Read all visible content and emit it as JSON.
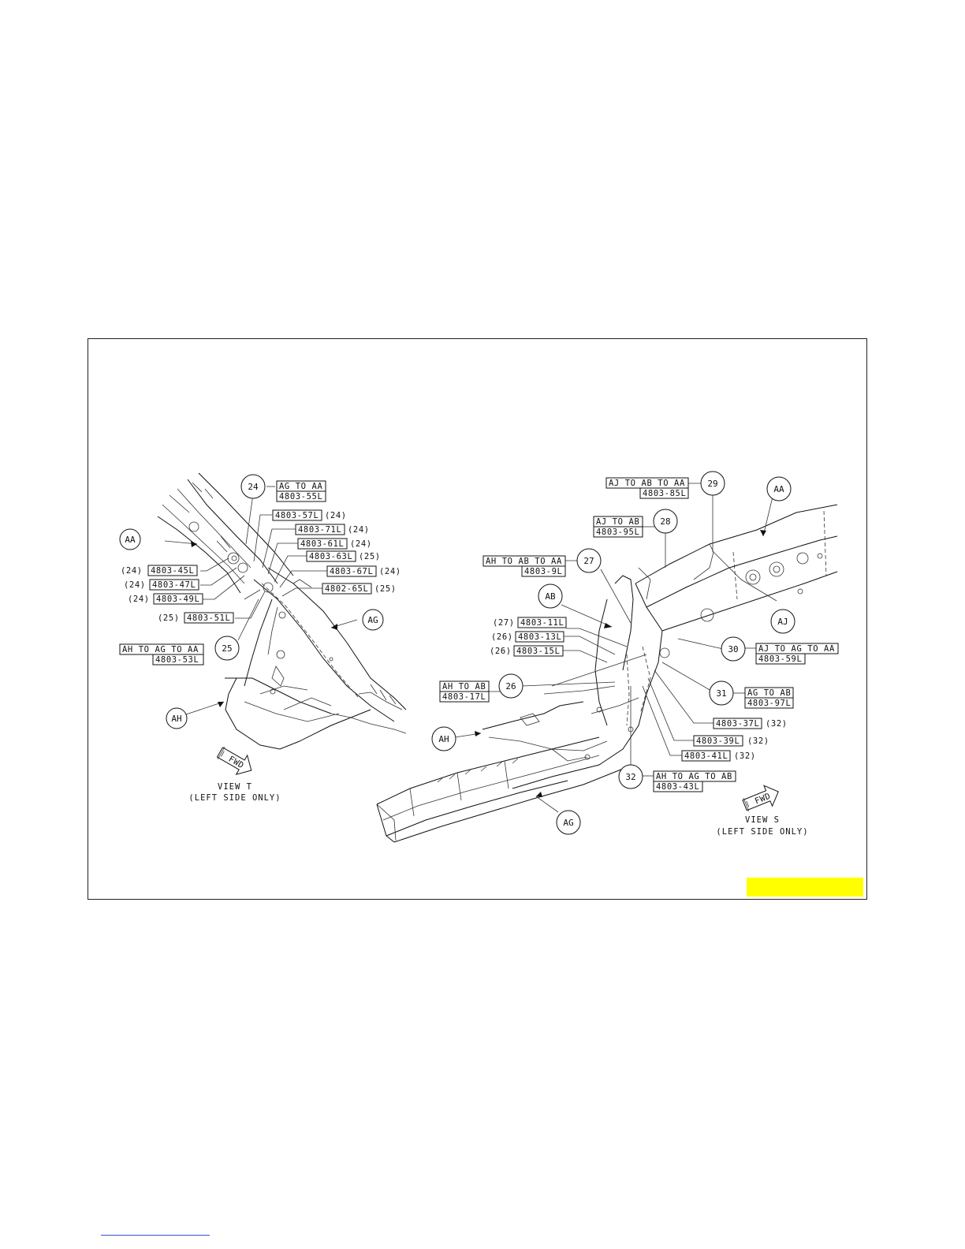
{
  "view_t": {
    "caption_1": "VIEW T",
    "caption_2": "(LEFT SIDE ONLY)",
    "fwd": "FWD",
    "parts": {
      "aa": "AA",
      "ag": "AG",
      "ah": "AH"
    },
    "callouts": {
      "c24": "24",
      "c25": "25"
    },
    "labels": {
      "l1a": "AG TO AA",
      "l1b": "4803-55L",
      "l2": "4803-57L",
      "l2n": "(24)",
      "l3": "4803-71L",
      "l3n": "(24)",
      "l4": "4803-61L",
      "l4n": "(24)",
      "l5": "4803-63L",
      "l5n": "(25)",
      "l6": "4803-67L",
      "l6n": "(24)",
      "l7": "4802-65L",
      "l7n": "(25)",
      "l8": "4803-45L",
      "l8n": "(24)",
      "l9": "4803-47L",
      "l9n": "(24)",
      "l10": "4803-49L",
      "l10n": "(24)",
      "l11": "4803-51L",
      "l11n": "(25)",
      "l12a": "AH TO AG TO AA",
      "l12b": "4803-53L"
    }
  },
  "view_s": {
    "caption_1": "VIEW S",
    "caption_2": "(LEFT SIDE ONLY)",
    "fwd": "FWD",
    "parts": {
      "aa": "AA",
      "ab": "AB",
      "aj": "AJ",
      "ah": "AH",
      "ag": "AG"
    },
    "callouts": {
      "c26": "26",
      "c27": "27",
      "c28": "28",
      "c29": "29",
      "c30": "30",
      "c31": "31",
      "c32": "32"
    },
    "labels": {
      "s29a": "AJ TO AB TO AA",
      "s29b": "4803-85L",
      "s28a": "AJ TO AB",
      "s28b": "4803-95L",
      "s27a": "AH TO AB TO AA",
      "s27b": "4803-9L",
      "s11": "4803-11L",
      "s11n": "(27)",
      "s13": "4803-13L",
      "s13n": "(26)",
      "s15": "4803-15L",
      "s15n": "(26)",
      "s26a": "AH TO AB",
      "s26b": "4803-17L",
      "s30a": "AJ TO AG TO AA",
      "s30b": "4803-59L",
      "s31a": "AG TO AB",
      "s31b": "4803-97L",
      "s37": "4803-37L",
      "s37n": "(32)",
      "s39": "4803-39L",
      "s39n": "(32)",
      "s41": "4803-41L",
      "s41n": "(32)",
      "s32a": "AH TO AG TO AB",
      "s32b": "4803-43L"
    }
  }
}
